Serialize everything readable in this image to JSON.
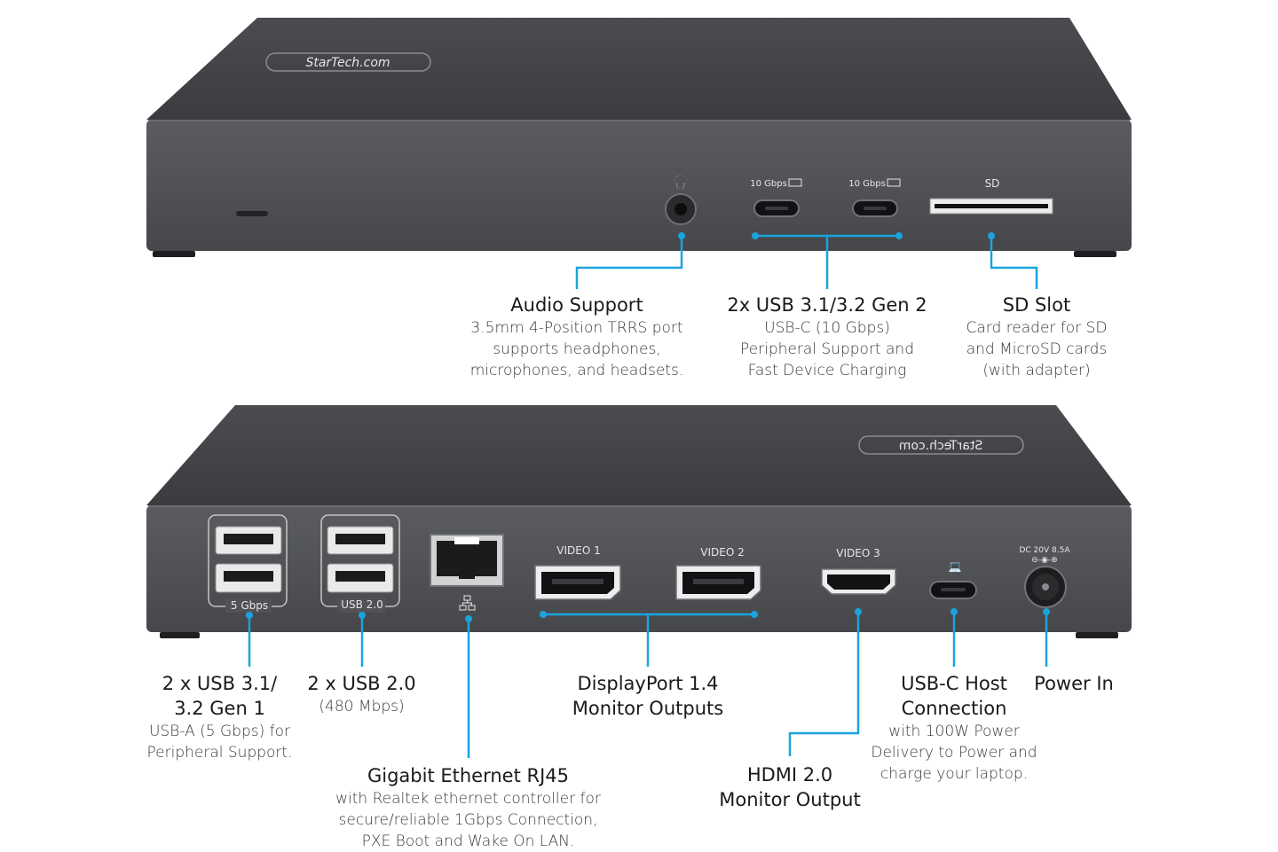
{
  "brand": {
    "logo_text": "StarTech.com",
    "accent_color": "#1ba3dd",
    "body_color": "#3e4044"
  },
  "front": {
    "usbc_speed_1": "10 Gbps",
    "usbc_speed_2": "10 Gbps",
    "sd_label": "SD",
    "callouts": {
      "audio": {
        "title": "Audio Support",
        "desc": [
          "3.5mm 4-Position TRRS port",
          "supports headphones,",
          "microphones, and headsets."
        ]
      },
      "usbc": {
        "title": "2x USB 3.1/3.2 Gen 2",
        "desc": [
          "USB-C (10 Gbps)",
          "Peripheral Support and",
          "Fast Device Charging"
        ]
      },
      "sd": {
        "title": "SD Slot",
        "desc": [
          "Card reader for SD",
          "and MicroSD cards",
          "(with adapter)"
        ]
      }
    }
  },
  "back": {
    "usba_speed": "5 Gbps",
    "usb2_label": "USB 2.0",
    "video1": "VIDEO 1",
    "video2": "VIDEO 2",
    "video3": "VIDEO 3",
    "dc_label": "DC 20V 8.5A",
    "callouts": {
      "usba": {
        "title": [
          "2 x USB 3.1/",
          "3.2 Gen 1"
        ],
        "desc": [
          "USB-A (5 Gbps) for",
          "Peripheral Support."
        ]
      },
      "usb2": {
        "title": "2 x USB 2.0",
        "desc": [
          "(480 Mbps)"
        ]
      },
      "ethernet": {
        "title": "Gigabit Ethernet RJ45",
        "desc": [
          "with Realtek ethernet controller for",
          "secure/reliable 1Gbps Connection,",
          "PXE Boot and Wake On LAN."
        ]
      },
      "displayport": {
        "title": [
          "DisplayPort 1.4",
          "Monitor Outputs"
        ]
      },
      "hdmi": {
        "title": [
          "HDMI 2.0",
          "Monitor Output"
        ]
      },
      "usbc_host": {
        "title": [
          "USB-C Host",
          "Connection"
        ],
        "desc": [
          "with 100W Power",
          "Delivery to Power and",
          "charge your laptop."
        ]
      },
      "power": {
        "title": "Power In"
      }
    }
  }
}
